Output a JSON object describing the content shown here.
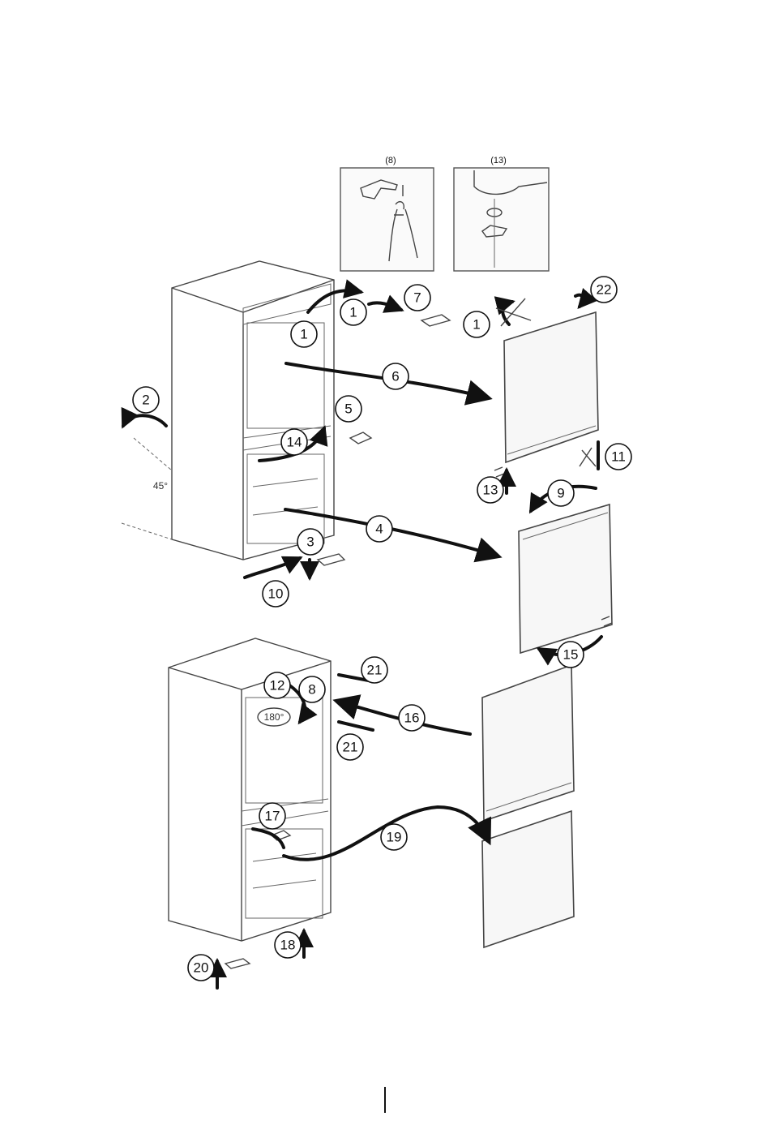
{
  "inset_labels": [
    "(8)",
    "(13)"
  ],
  "angle_labels": {
    "tilt": "45°",
    "rotate": "180°"
  },
  "steps": [
    "1",
    "1",
    "1",
    "2",
    "3",
    "4",
    "5",
    "6",
    "7",
    "8",
    "9",
    "10",
    "11",
    "12",
    "13",
    "14",
    "15",
    "16",
    "17",
    "18",
    "19",
    "20",
    "21",
    "21",
    "22"
  ]
}
